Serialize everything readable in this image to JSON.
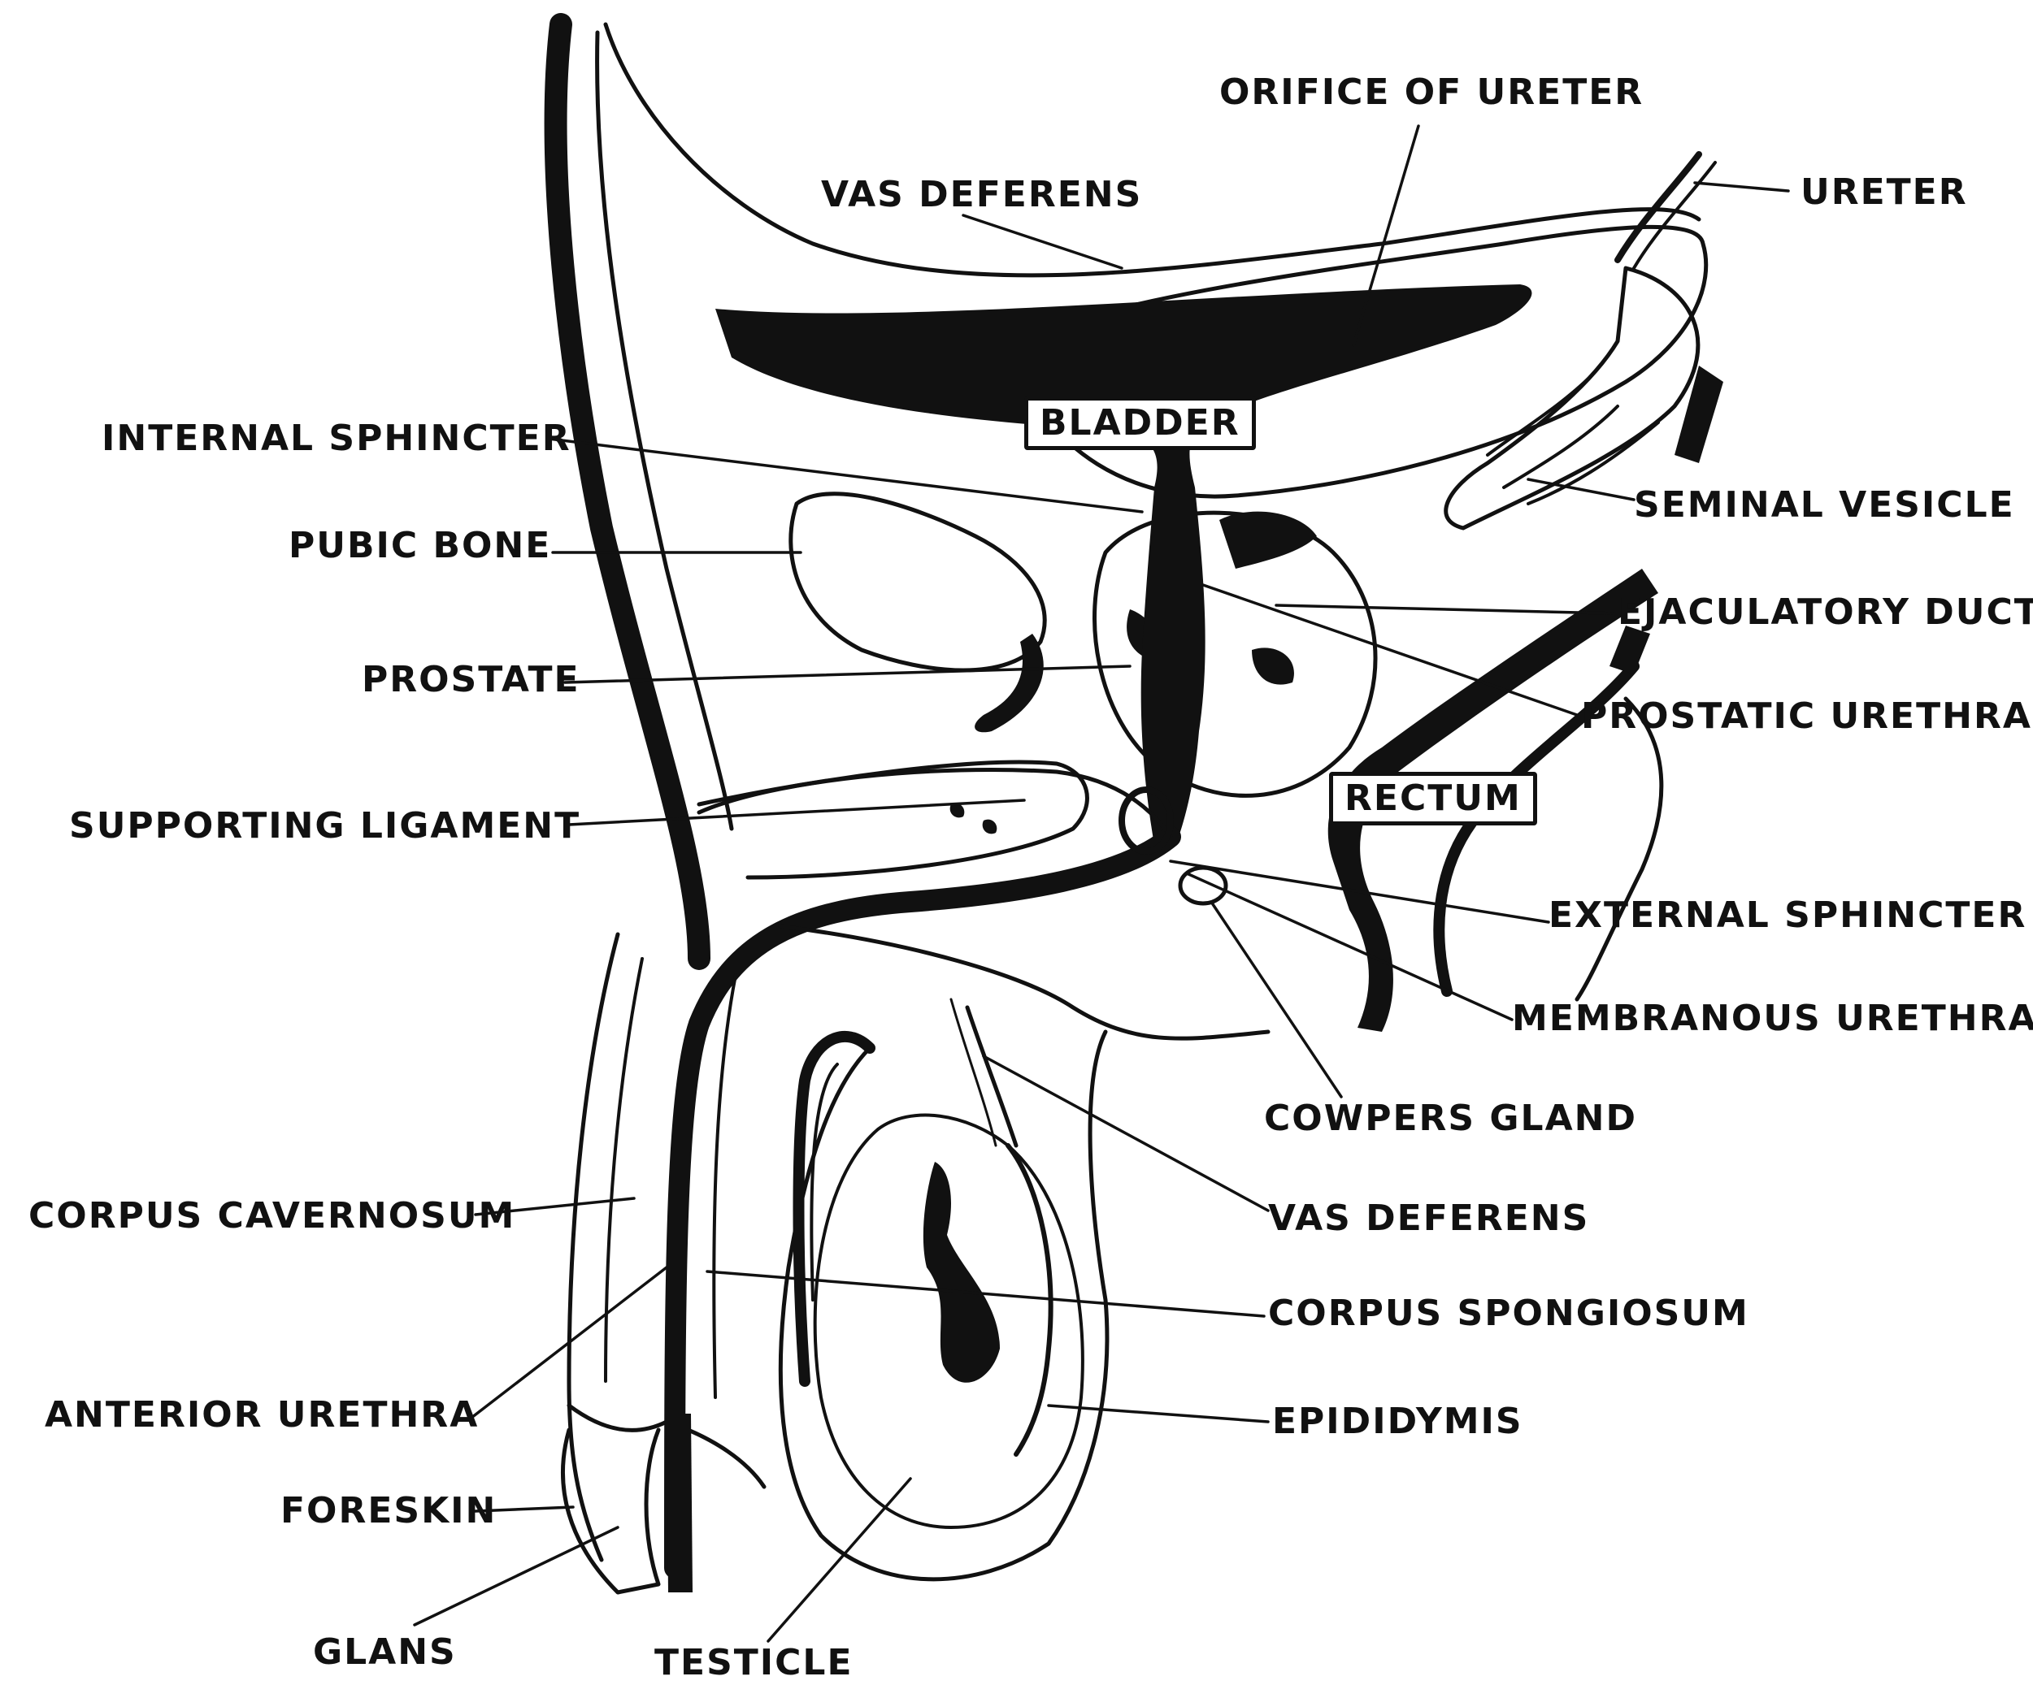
{
  "diagram": {
    "labels": {
      "orifice_of_ureter": "ORIFICE OF URETER",
      "vas_deferens_top": "VAS DEFERENS",
      "ureter": "URETER",
      "bladder": "BLADDER",
      "internal_sphincter": "INTERNAL SPHINCTER",
      "pubic_bone": "PUBIC BONE",
      "seminal_vesicle": "SEMINAL VESICLE",
      "ejaculatory_duct": "EJACULATORY DUCT",
      "prostate": "PROSTATE",
      "prostatic_urethra": "PROSTATIC URETHRA",
      "supporting_ligament": "SUPPORTING LIGAMENT",
      "rectum": "RECTUM",
      "external_sphincter": "EXTERNAL SPHINCTER",
      "membranous_urethra": "MEMBRANOUS URETHRA",
      "cowpers_gland": "COWPERS GLAND",
      "corpus_cavernosum": "CORPUS CAVERNOSUM",
      "vas_deferens_bottom": "VAS DEFERENS",
      "corpus_spongiosum": "CORPUS SPONGIOSUM",
      "anterior_urethra": "ANTERIOR URETHRA",
      "epididymis": "EPIDIDYMIS",
      "foreskin": "FORESKIN",
      "glans": "GLANS",
      "testicle": "TESTICLE"
    }
  }
}
